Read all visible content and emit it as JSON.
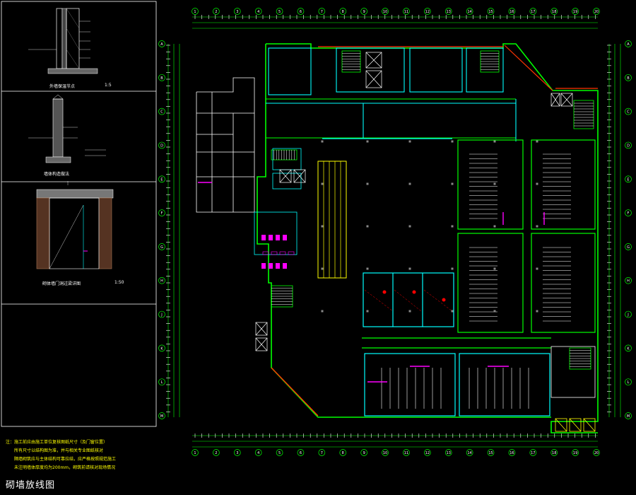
{
  "drawing": {
    "title": "砌墙放线图",
    "colors": {
      "background": "#000000",
      "wall_primary": "#00ff00",
      "wall_secondary": "#00ffff",
      "stairs": "#ffffff",
      "escalator": "#ffff00",
      "fixtures": "#ff00ff",
      "fire_wall": "#ff0000",
      "dimension": "#00ff00",
      "text": "#ffffff",
      "notes": "#ffff00"
    },
    "details": [
      {
        "caption": "外墙保温节点",
        "scale": "1:5"
      },
      {
        "caption": "墙体构造做法",
        "scale": ""
      },
      {
        "caption": "砌体墙门洞过梁详图",
        "scale": "1:50"
      }
    ],
    "notes_block": [
      "注：施工前应由施工单位复核图纸尺寸（及门窗位置）",
      "所有尺寸以结构图为准，并与相关专业图纸核对",
      "隔墙砌筑应与主体结构可靠拉结，应严格按照规范施工",
      "未注明墙体厚度均为200mm，砌筑前请核对现场情况"
    ],
    "grid_top": [
      "1",
      "2",
      "3",
      "4",
      "5",
      "6",
      "7",
      "8",
      "9",
      "10",
      "11",
      "12",
      "13",
      "14",
      "15",
      "16",
      "17",
      "18",
      "19",
      "20"
    ],
    "grid_bottom": [
      "1",
      "2",
      "3",
      "4",
      "5",
      "6",
      "7",
      "8",
      "9",
      "10",
      "11",
      "12",
      "13",
      "14",
      "15",
      "16",
      "17",
      "18",
      "19",
      "20"
    ],
    "grid_left": [
      "A",
      "B",
      "C",
      "D",
      "E",
      "F",
      "G",
      "H",
      "J",
      "K",
      "L",
      "M"
    ],
    "grid_right": [
      "A",
      "B",
      "C",
      "D",
      "E",
      "F",
      "G",
      "H",
      "J",
      "K",
      "L",
      "M"
    ]
  }
}
